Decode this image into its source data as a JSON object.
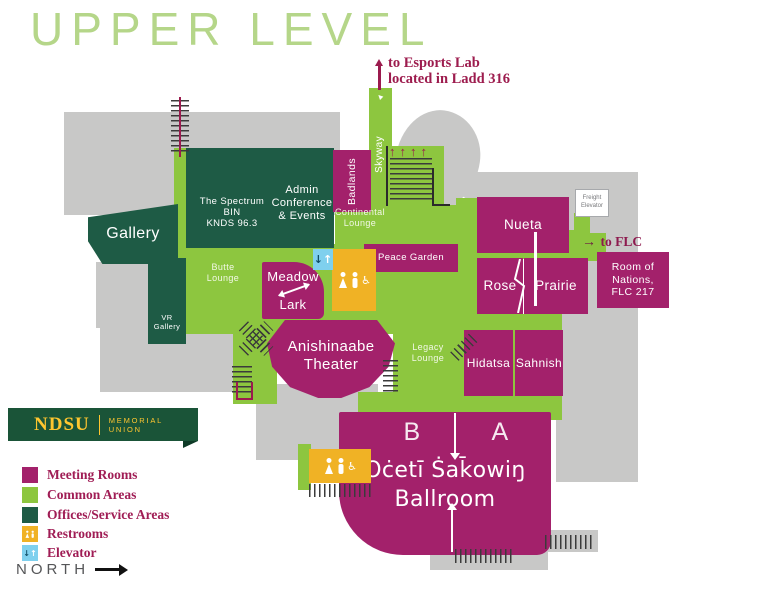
{
  "title": "UPPER LEVEL",
  "annotations": {
    "esports_l1": "to Esports Lab",
    "esports_l2": "located in Ladd 316",
    "to_flc_arrow": "→",
    "to_flc": "to FLC",
    "north": "NORTH"
  },
  "rooms": {
    "gallery": {
      "label": "Gallery"
    },
    "vr_gallery": {
      "l1": "VR",
      "l2": "Gallery"
    },
    "spectrum": {
      "l1": "The Spectrum",
      "l2": "BIN",
      "l3": "KNDS 96.3"
    },
    "admin": {
      "l1": "Admin",
      "l2": "Conference",
      "l3": "& Events"
    },
    "badlands": {
      "label": "Badlands"
    },
    "skyway": {
      "label": "Skyway"
    },
    "continental": {
      "l1": "Continental",
      "l2": "Lounge"
    },
    "butte": {
      "l1": "Butte",
      "l2": "Lounge"
    },
    "peace_garden": {
      "label": "Peace Garden"
    },
    "meadow": {
      "label": "Meadow"
    },
    "lark": {
      "label": "Lark"
    },
    "nueta": {
      "label": "Nueta"
    },
    "rose": {
      "label": "Rose"
    },
    "prairie": {
      "label": "Prairie"
    },
    "room_of_nations": {
      "l1": "Room of",
      "l2": "Nations,",
      "l3": "FLC 217"
    },
    "hidatsa": {
      "label": "Hidatsa"
    },
    "sahnish": {
      "label": "Sahnish"
    },
    "anishinaabe": {
      "l1": "Anishinaabe",
      "l2": "Theater"
    },
    "legacy": {
      "l1": "Legacy",
      "l2": "Lounge"
    },
    "freight_elevator": {
      "l1": "Freight",
      "l2": "Elevator"
    },
    "ballroom": {
      "section_b": "B",
      "section_a": "A",
      "l1": "Oċetī Ṡak̄owiŋ",
      "l2": "Ballroom"
    }
  },
  "legend": {
    "items": [
      {
        "label": "Meeting Rooms"
      },
      {
        "label": "Common Areas"
      },
      {
        "label": "Offices/Service Areas"
      },
      {
        "label": "Restrooms"
      },
      {
        "label": "Elevator"
      }
    ]
  },
  "logo": {
    "ndsu": "NDSU",
    "memorial": "MEMORIAL UNION"
  },
  "colors": {
    "meeting_rooms": "#a3216b",
    "common_areas": "#8dc63f",
    "offices_service": "#1e5b45",
    "restrooms": "#f0b225",
    "elevator": "#7fd0ee",
    "circulation": "#c8c8c7",
    "crimson_text": "#9d1c4e",
    "title_green": "#b5d689",
    "banner_green": "#1a5438",
    "gold": "#ffc62f"
  }
}
